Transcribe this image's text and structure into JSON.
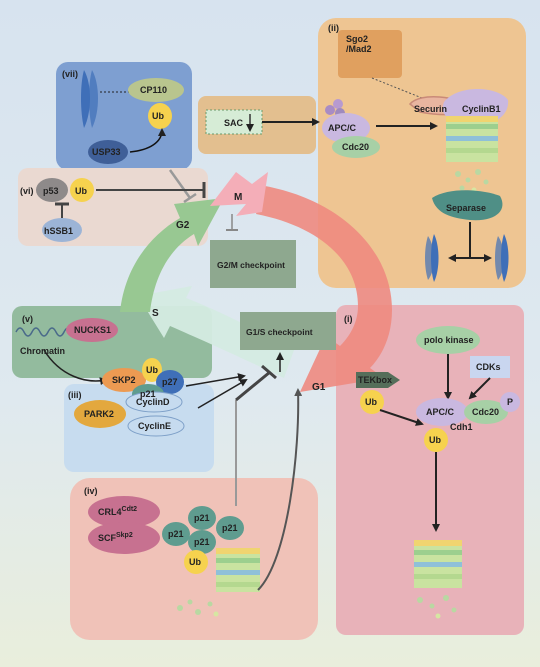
{
  "panels": {
    "i": "(i)",
    "ii": "(ii)",
    "iii": "(iii)",
    "iv": "(iv)",
    "v": "(v)",
    "vi": "(vi)",
    "vii": "(vii)"
  },
  "cycle": {
    "g1": "G1",
    "s": "S",
    "g2": "G2",
    "m": "M",
    "g2m_checkpoint": "G2/M checkpoint",
    "g1s_checkpoint": "G1/S checkpoint"
  },
  "labels": {
    "sgo2_line1": "Sgo2",
    "sgo2_line2": "/Mad2",
    "securin": "Securin",
    "cyclinb1": "CyclinB1",
    "sac": "SAC",
    "apcc": "APC/C",
    "cdc20": "Cdc20",
    "separase": "Separase",
    "cp110": "CP110",
    "ub": "Ub",
    "usp33": "USP33",
    "p53": "p53",
    "hssb1": "hSSB1",
    "nucks1": "NUCKS1",
    "chromatin": "Chromatin",
    "skp2": "SKP2",
    "p27": "p27",
    "p21": "p21",
    "park2": "PARK2",
    "cyclind": "CyclinD",
    "cycline": "CyclinE",
    "crl4_main": "CRL4",
    "crl4_sup": "Cdt2",
    "scf_main": "SCF",
    "scf_sup": "Skp2",
    "polo_kinase": "polo kinase",
    "cdks": "CDKs",
    "tekbox": "TEKbox",
    "cdh1": "Cdh1",
    "p": "P"
  },
  "colors": {
    "panel_i": "#e8b2b9",
    "panel_ii": "#eec592",
    "panel_iii": "#c7dcef",
    "panel_iv": "#f0c2b8",
    "panel_v": "#93bb9e",
    "panel_vi": "#ead9d1",
    "panel_vii": "#7e9fd1",
    "ub": "#f6d24e",
    "arrow_m_g1": "#ee8a80",
    "arrow_g2": "#98c892",
    "arrow_s": "#d4ebe2",
    "arrow_m": "#f4aeb8"
  }
}
